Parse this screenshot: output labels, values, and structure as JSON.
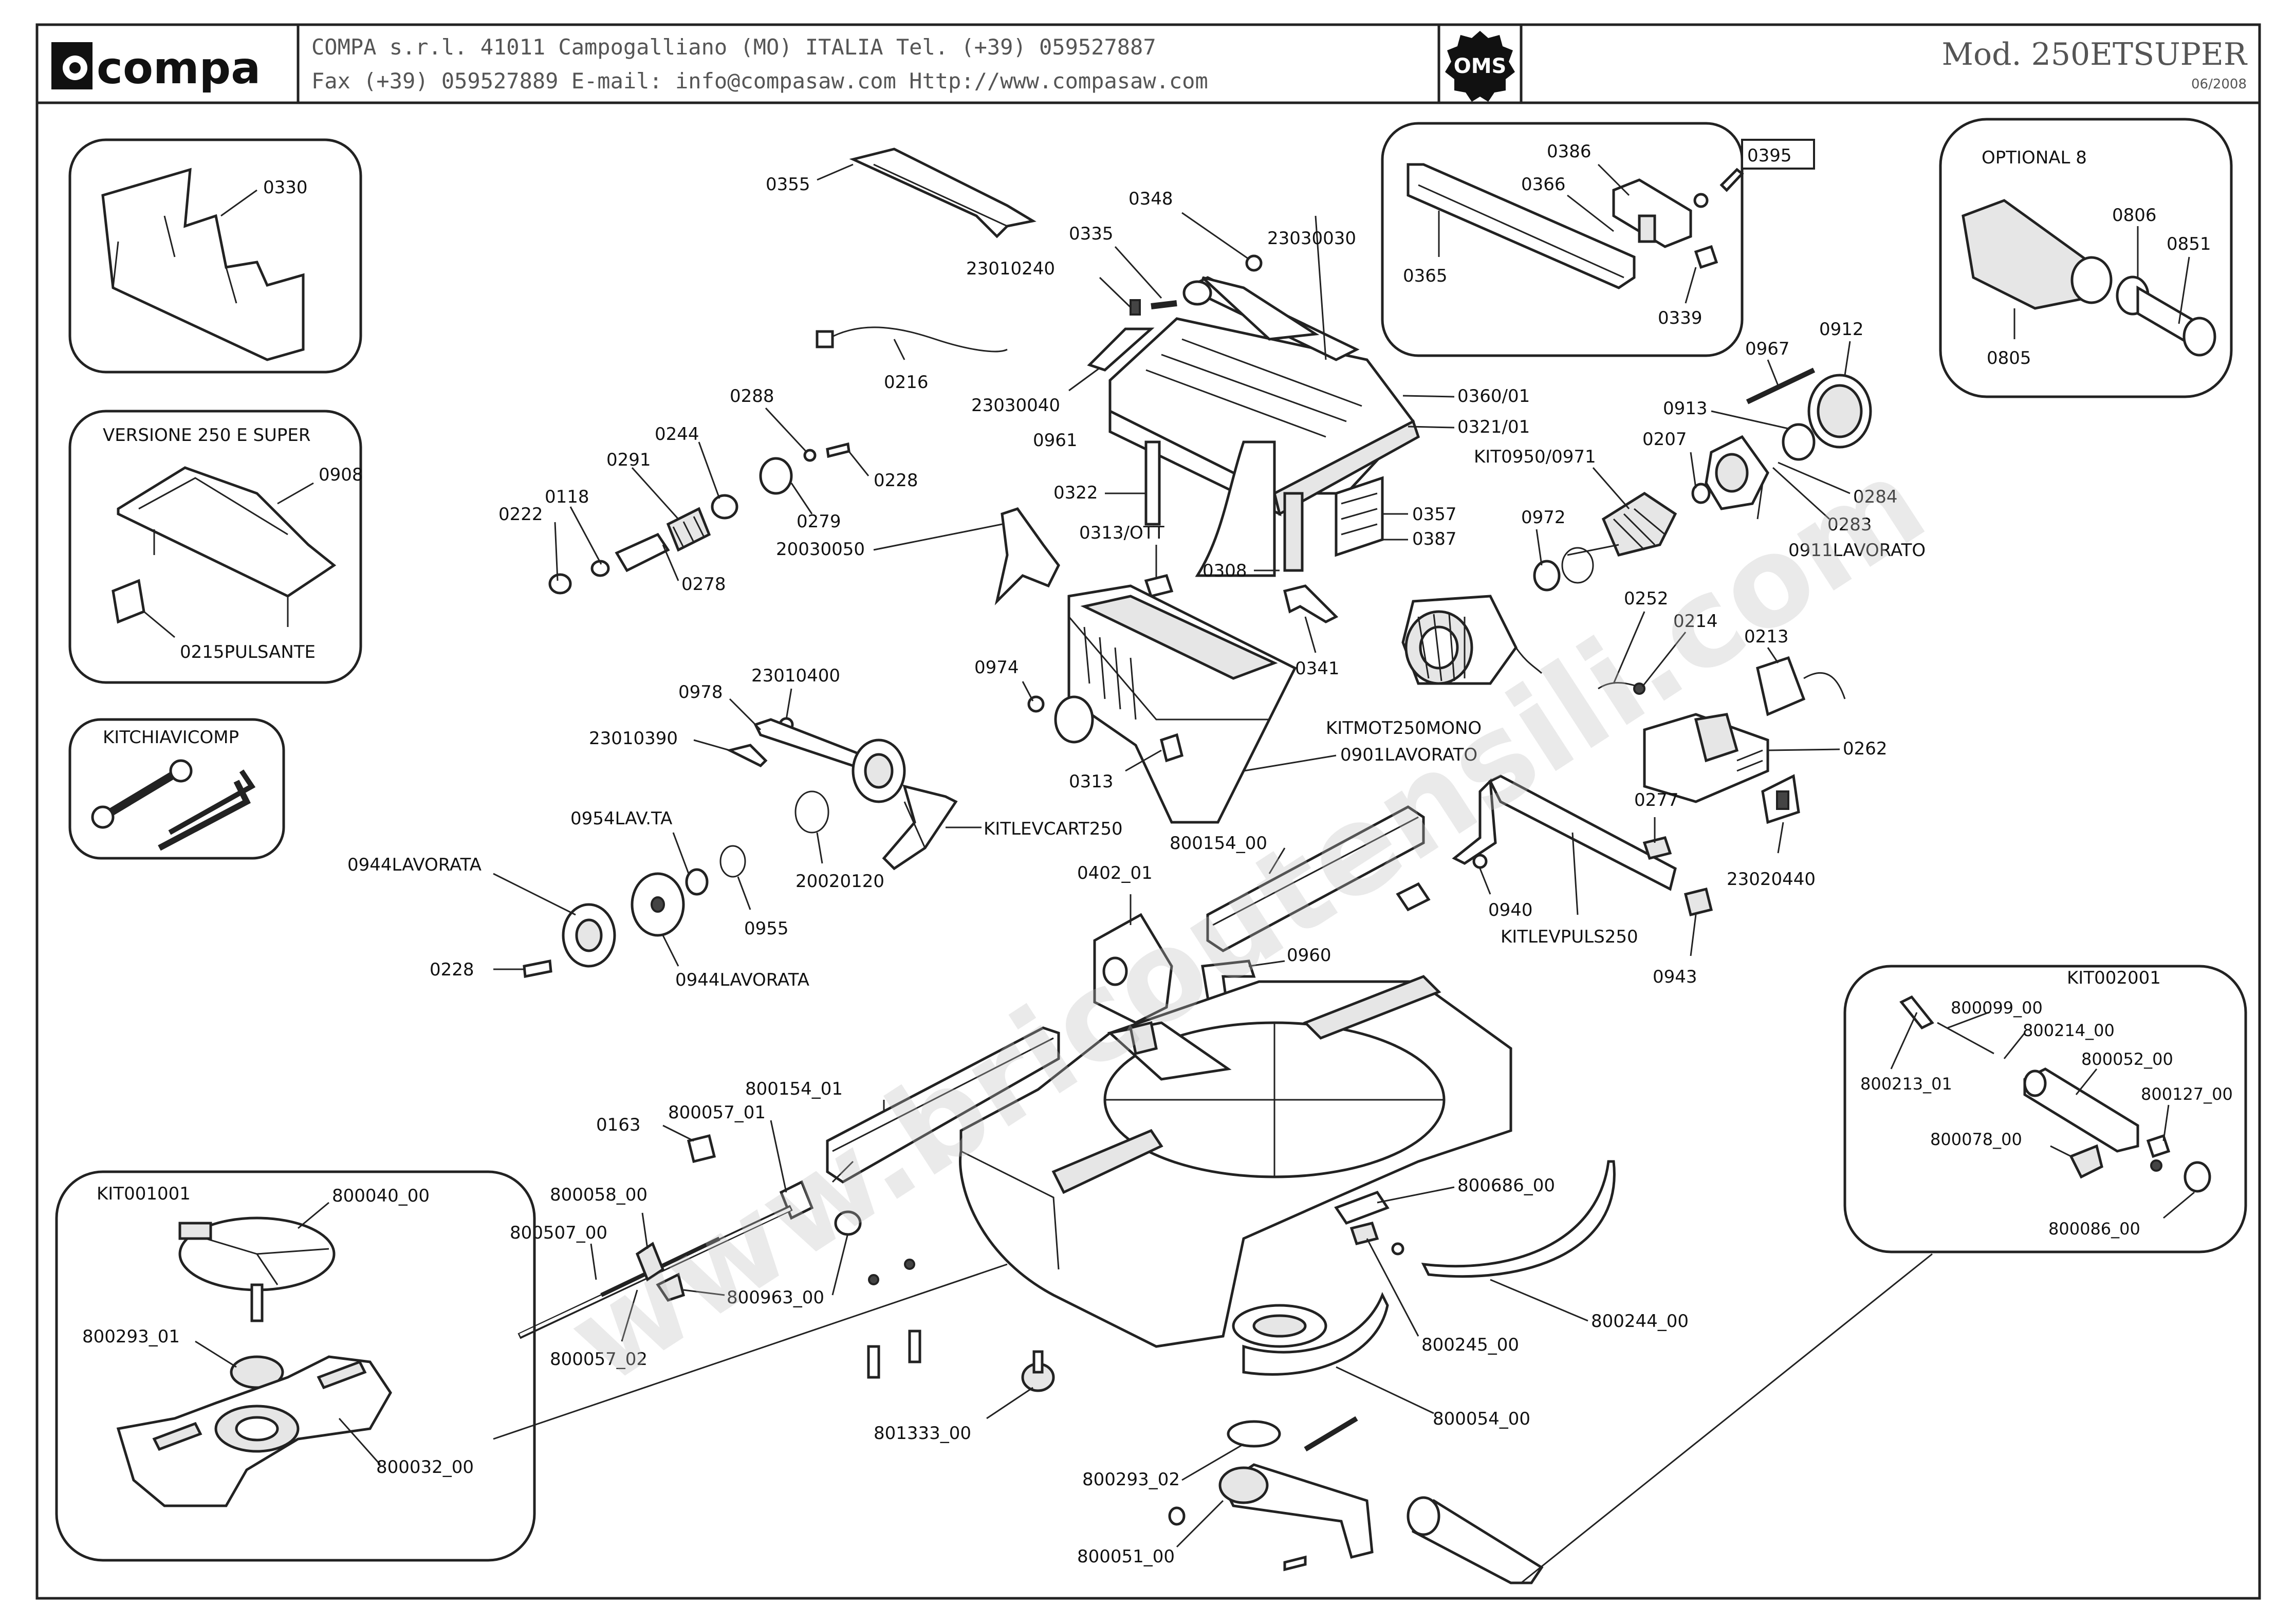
{
  "header": {
    "brand": "compa",
    "address_line": "COMPA s.r.l. 41011 Campogalliano (MO) ITALIA Tel. (+39) 059527887",
    "contact_line": "Fax (+39) 059527889 E-mail: info@compasaw.com Http://www.compasaw.com",
    "seal_text": "OMS",
    "model": "Mod. 250ETSUPER",
    "date": "06/2008"
  },
  "watermark": "www.bricoutensili.com",
  "boxes": {
    "versione": "VERSIONE 250 E SUPER",
    "kitchiavi": "KITCHIAVICOMP",
    "optional": "OPTIONAL 8",
    "kit001001": "KIT001001",
    "kit002001": "KIT002001",
    "rail_kit": "0395"
  },
  "parts": {
    "p0330": "0330",
    "p0215": "0215PULSANTE",
    "p0908": "0908",
    "p0355": "0355",
    "p0348": "0348",
    "p0335": "0335",
    "p23010240": "23010240",
    "p23030030": "23030030",
    "p23030040": "23030040",
    "p0216": "0216",
    "p0386": "0386",
    "p0366": "0366",
    "p0365": "0365",
    "p0339": "0339",
    "p0806": "0806",
    "p0851": "0851",
    "p0805": "0805",
    "p0288": "0288",
    "p0228a": "0228",
    "p0279": "0279",
    "p0244": "0244",
    "p0291": "0291",
    "p0118": "0118",
    "p0222": "0222",
    "p0278": "0278",
    "p20030050": "20030050",
    "p0961": "0961",
    "p0322": "0322",
    "p0360": "0360/01",
    "p0321": "0321/01",
    "p0357": "0357",
    "p0387": "0387",
    "p0308": "0308",
    "p0313ott": "0313/OTT",
    "p0341": "0341",
    "p0967": "0967",
    "p0912": "0912",
    "p0913": "0913",
    "p0207": "0207",
    "p0950": "KIT0950/0971",
    "p0284": "0284",
    "p0283": "0283",
    "p0911": "0911LAVORATO",
    "p0972": "0972",
    "p0252": "0252",
    "p0214": "0214",
    "p0213": "0213",
    "p0262": "0262",
    "p23020440": "23020440",
    "p0277": "0277",
    "p0940": "0940",
    "pkitlevpuls": "KITLEVPULS250",
    "p0943": "0943",
    "pkitmot": "KITMOT250MONO",
    "p0901": "0901LAVORATO",
    "p0974": "0974",
    "p0313": "0313",
    "p23010400": "23010400",
    "p0978": "0978",
    "p23010390": "23010390",
    "pkitlevcart": "KITLEVCART250",
    "p20020120": "20020120",
    "p0954": "0954LAV.TA",
    "p0944a": "0944LAVORATA",
    "p0955": "0955",
    "p0228b": "0228",
    "p0944b": "0944LAVORATA",
    "p800154_00": "800154_00",
    "p0402": "0402_01",
    "p0960": "0960",
    "p800154_01": "800154_01",
    "p0163": "0163",
    "p800057_01": "800057_01",
    "p800058": "800058_00",
    "p800507": "800507_00",
    "p800963": "800963_00",
    "p800057_02": "800057_02",
    "p800040": "800040_00",
    "p800293_01": "800293_01",
    "p800032": "800032_00",
    "p800686": "800686_00",
    "p800245": "800245_00",
    "p800244": "800244_00",
    "p800054": "800054_00",
    "p801333": "801333_00",
    "p800293_02": "800293_02",
    "p800051": "800051_00",
    "p800213": "800213_01",
    "p800099": "800099_00",
    "p800214": "800214_00",
    "p800052": "800052_00",
    "p800127": "800127_00",
    "p800078": "800078_00",
    "p800086": "800086_00"
  }
}
